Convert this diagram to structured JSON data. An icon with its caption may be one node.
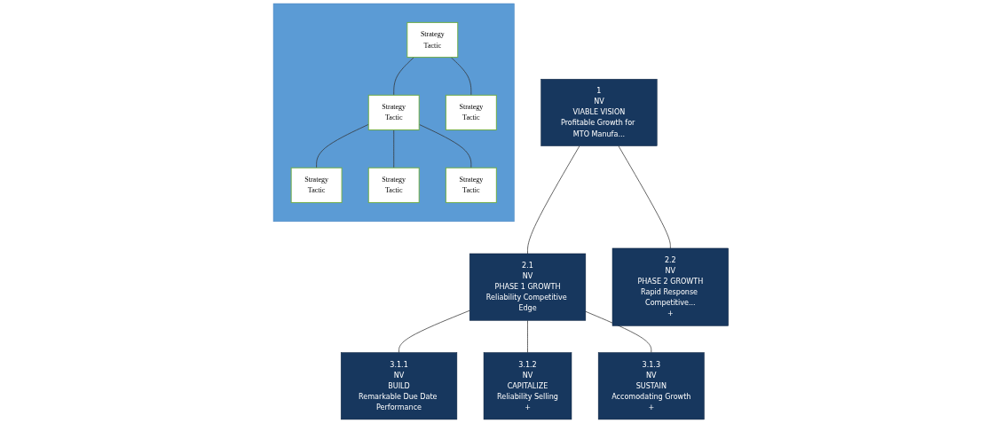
{
  "diagram": {
    "nodes": [
      {
        "text": [],
        "shape": "triangle"
      },
      {
        "text": [
          "Strategy",
          "Tactic"
        ],
        "in": 0
      },
      {
        "text": [
          "Strategy",
          "Tactic"
        ],
        "in": 0
      },
      {
        "text": [
          "Strategy",
          "Tactic"
        ],
        "in": 0
      },
      {
        "text": [
          "Strategy",
          "Tactic"
        ],
        "in": 0
      },
      {
        "text": [
          "Strategy",
          "Tactic"
        ],
        "in": 0
      },
      {
        "text": [
          "Strategy",
          "Tactic"
        ],
        "in": 0
      },
      {
        "text": [
          "1",
          "NV",
          "VIABLE VISION",
          "Profitable Growth for MTO Manufa..."
        ]
      },
      {
        "text": [
          "2.1",
          "NV",
          "PHASE 1 GROWTH",
          "Reliability Competitive Edge"
        ]
      },
      {
        "text": [
          "2.2",
          "NV",
          "PHASE 2 GROWTH",
          "Rapid Response Competitive...",
          "+"
        ]
      },
      {
        "text": [
          "3.1.1",
          "NV",
          "BUILD",
          "Remarkable Due Date Performance"
        ]
      },
      {
        "text": [
          "3.1.2",
          "NV",
          "CAPITALIZE",
          "Reliability Selling",
          "+"
        ]
      },
      {
        "text": [
          "3.1.3",
          "NV",
          "SUSTAIN",
          "Accomodating Growth",
          "+"
        ]
      }
    ],
    "edges": [
      {
        "from": 1,
        "to": 2,
        "arrow": "none"
      },
      {
        "from": 1,
        "to": 3,
        "arrow": "none"
      },
      {
        "from": 2,
        "to": 4,
        "arrow": "none"
      },
      {
        "from": 2,
        "to": 5,
        "arrow": "none"
      },
      {
        "from": 2,
        "to": 6,
        "arrow": "none"
      },
      {
        "from": 7,
        "to": 8,
        "arrow": "none"
      },
      {
        "from": 7,
        "to": 9,
        "arrow": "none"
      },
      {
        "from": 8,
        "to": 10,
        "arrow": "none"
      },
      {
        "from": 8,
        "to": 11,
        "arrow": "none"
      },
      {
        "from": 8,
        "to": 12,
        "arrow": "none"
      }
    ]
  }
}
